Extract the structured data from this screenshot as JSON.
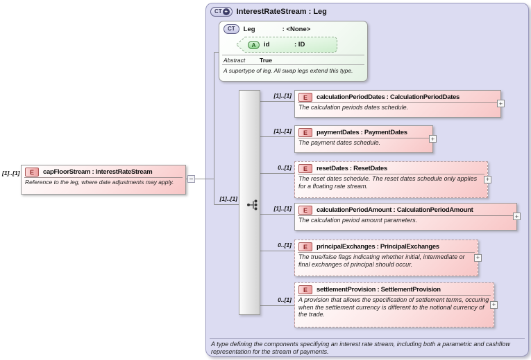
{
  "ui": {
    "expand_glyph": "+"
  },
  "icons": {
    "element_badge": "E",
    "complex_type_badge": "CT",
    "attribute_badge": "A",
    "plus_glyph": "+"
  },
  "colors": {
    "container_fill": "#dcdcf2",
    "element_fill": "#f8c6c6",
    "attribute_fill": "#cdeecd",
    "bar_fill": "#e4e4e4",
    "wire": "#8f8f8f"
  },
  "diagram": {
    "source_element": {
      "cardinality": "[1]..[1]",
      "label": "capFloorStream : InterestRateStream",
      "annotation": "Reference to the leg, where date adjustments may apply."
    },
    "complex_type": {
      "title": "InterestRateStream : Leg",
      "base_type": {
        "name": "Leg",
        "type": ": <None>",
        "attribute": {
          "name": "id",
          "type": ": ID"
        },
        "abstract_label": "Abstract",
        "abstract_value": "True",
        "annotation": "A supertype of leg. All swap legs extend this type."
      },
      "sequence_cardinality": "[1]..[1]",
      "children": [
        {
          "cardinality": "[1]..[1]",
          "label": "calculationPeriodDates : CalculationPeriodDates",
          "annotation": "The calculation periods dates schedule."
        },
        {
          "cardinality": "[1]..[1]",
          "label": "paymentDates : PaymentDates",
          "annotation": "The payment dates schedule."
        },
        {
          "cardinality": "0..[1]",
          "label": "resetDates : ResetDates",
          "annotation": "The reset dates schedule. The reset dates schedule only applies for a floating rate stream."
        },
        {
          "cardinality": "[1]..[1]",
          "label": "calculationPeriodAmount : CalculationPeriodAmount",
          "annotation": "The calculation period amount parameters."
        },
        {
          "cardinality": "0..[1]",
          "label": "principalExchanges : PrincipalExchanges",
          "annotation": "The true/false flags indicating whether initial, intermediate or final exchanges of principal should occur."
        },
        {
          "cardinality": "0..[1]",
          "label": "settlementProvision : SettlementProvision",
          "annotation": "A provision that allows the specification of settlement terms, occuring when the settlement currency is different to the notional currency of the trade."
        }
      ],
      "annotation": "A type defining the components specifiying an interest rate stream, including both a parametric and cashflow representation for the stream of payments."
    }
  }
}
